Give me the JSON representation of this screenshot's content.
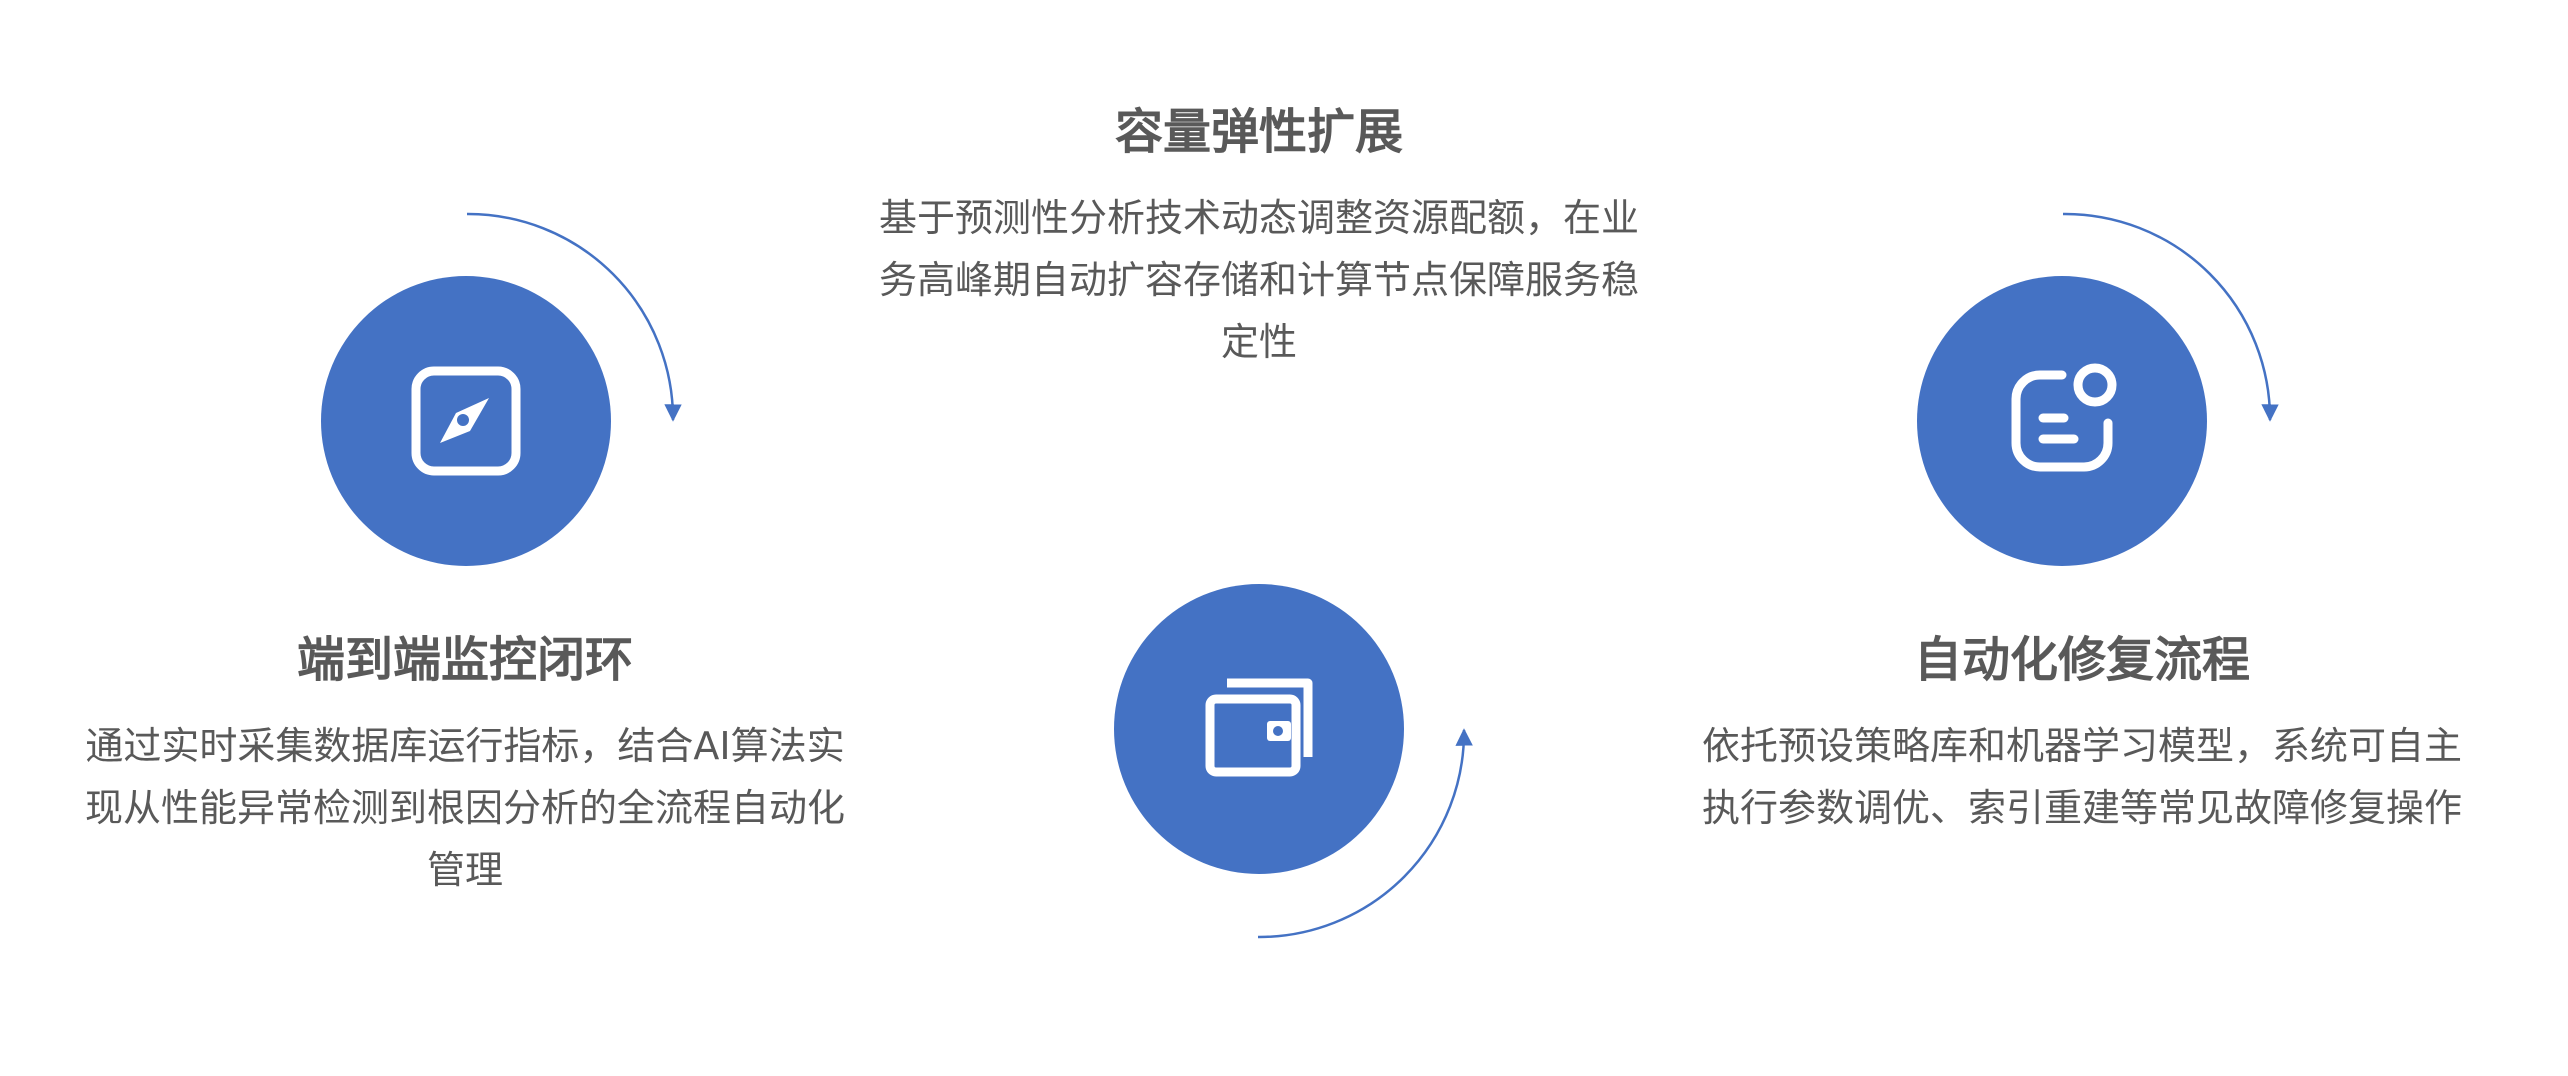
{
  "colors": {
    "accent": "#4472C4",
    "text": "#595959",
    "icon": "#ffffff",
    "background": "#ffffff"
  },
  "items": [
    {
      "title": "端到端监控闭环",
      "description": "通过实时采集数据库运行指标，结合AI算法实现从性能异常检测到根因分析的全流程自动化管理",
      "icon": "compass-icon"
    },
    {
      "title": "容量弹性扩展",
      "description": "基于预测性分析技术动态调整资源配额，在业务高峰期自动扩容存储和计算节点保障服务稳定性",
      "icon": "wallet-icon"
    },
    {
      "title": "自动化修复流程",
      "description": "依托预设策略库和机器学习模型，系统可自主执行参数调优、索引重建等常见故障修复操作",
      "icon": "notification-card-icon"
    }
  ]
}
